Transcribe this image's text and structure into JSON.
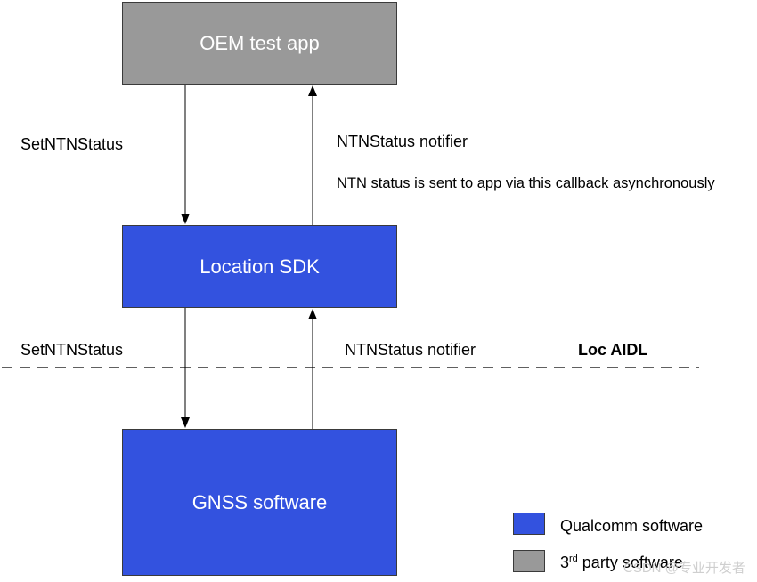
{
  "colors": {
    "qualcomm_blue": "#3352df",
    "third_party_gray": "#999999",
    "line": "#000000"
  },
  "boxes": {
    "oem": {
      "label": "OEM test app"
    },
    "sdk": {
      "label": "Location SDK"
    },
    "gnss": {
      "label": "GNSS software"
    }
  },
  "arrows": {
    "top_down_label": "SetNTNStatus",
    "top_up_label": "NTNStatus notifier",
    "top_up_note": "NTN status is sent to app via this callback asynchronously",
    "bottom_down_label": "SetNTNStatus",
    "bottom_up_label": "NTNStatus notifier"
  },
  "boundary": {
    "label": "Loc AIDL"
  },
  "legend": {
    "qualcomm": "Qualcomm software",
    "third_party_prefix": "3",
    "third_party_sup": "rd",
    "third_party_suffix": " party software"
  },
  "watermark": "CSDN @专业开发者"
}
